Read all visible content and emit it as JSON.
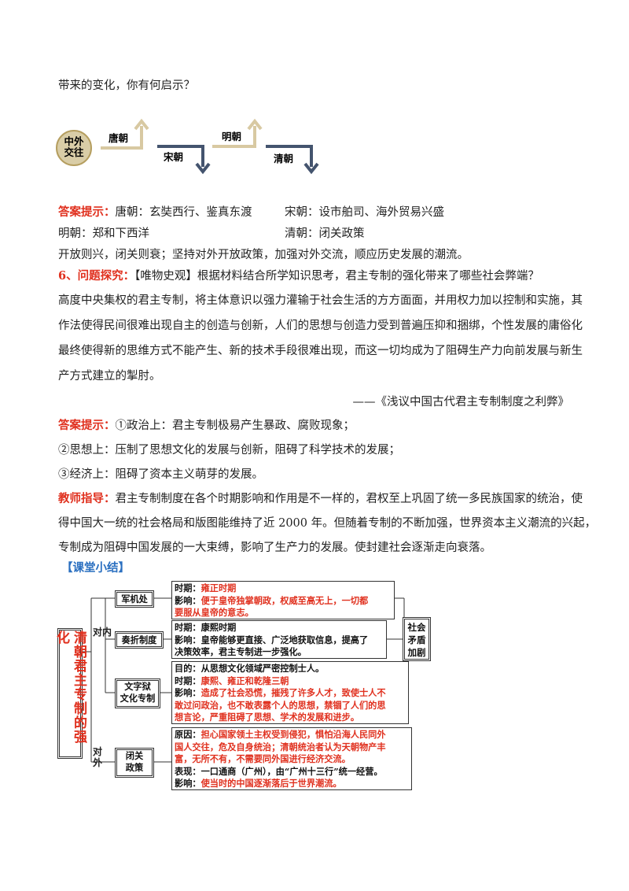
{
  "intro_line": "带来的变化，你有何启示？",
  "flow": {
    "badge": [
      "中外",
      "交往"
    ],
    "tang": "唐朝",
    "song": "宋朝",
    "ming": "明朝",
    "qing": "清朝"
  },
  "answer1": {
    "label": "答案提示：",
    "tang": "唐朝：玄奘西行、鉴真东渡",
    "song": "宋朝：设市舶司、海外贸易兴盛",
    "ming": "明朝：郑和下西洋",
    "qing": "清朝：闭关政策",
    "conclusion": "开放则兴，闭关则衰；坚持对外开放政策，加强对外交流，顺应历史发展的潮流。"
  },
  "q6": {
    "label": "6、问题探究：",
    "text": "【唯物史观】根据材料结合所学知识思考，君主专制的强化带来了哪些社会弊端？",
    "material": [
      "高度中央集权的君主专制，将主体意识以强力灌输于社会生活的方方面面，并用权力加以控制和实施，其",
      "作法使得民间很难出现自主的创造与创新，人们的思想与创造力受到普遍压抑和捆绑，个性发展的庸俗化",
      "最终使得新的思维方式不能产生、新的技术手段很难出现，而这一切均成为了阻碍生产力向前发展与新生",
      "产方式建立的掣肘。"
    ],
    "source": "——《浅议中国古代君主专制制度之利弊》"
  },
  "answer2": {
    "label": "答案提示：",
    "p1": "①政治上：君主专制极易产生暴政、腐败现象；",
    "p2": "②思想上：压制了思想文化的发展与创新，阻碍了科学技术的发展；",
    "p3": "③经济上：阻碍了资本主义萌芽的发展。"
  },
  "teacher": {
    "label": "教师指导：",
    "lines": [
      "君主专制制度在各个时期影响和作用是不一样的，君权至上巩固了统一多民族国家的统治，使",
      "得中国大一统的社会格局和版图能维持了近 2000 年。但随着专制的不断加强，世界资本主义潮流的兴起，",
      "专制成为阻碍中国发展的一大束缚，影响了生产力的发展。使封建社会逐渐走向衰落。"
    ]
  },
  "summary": {
    "heading": "【课堂小结】",
    "main": "清朝君主专制的强化",
    "inner": "对内",
    "outer": "对外",
    "right": [
      "社会",
      "矛盾",
      "加剧"
    ],
    "b1": {
      "name": "军机处",
      "period_label": "时期：",
      "period": "雍正时期",
      "effect_label": "影响：",
      "effect1": "便于皇帝独掌朝政，权威至高无上，一切都",
      "effect2": "要服从皇帝的意志。"
    },
    "b2": {
      "name": "奏折制度",
      "period": "时期：康熙时期",
      "effect1": "影响：皇帝能够更直接、广泛地获取信息，提高了",
      "effect2": "决策效率，君主专制进一步强化。"
    },
    "b3": {
      "name1": "文字狱",
      "name2": "文化专制",
      "purpose": "目的：从思想文化领域严密控制士人。",
      "period_label": "时期：",
      "period": "康熙、雍正和乾隆三朝",
      "effect_label": "影响：",
      "effect1": "造成了社会恐慌，摧残了许多人才，致使士人不",
      "effect2": "敢过问政治，也不敢表露个人的思想，禁锢了人们的思",
      "effect3": "想言论，严重阻碍了思想、学术的发展和进步。"
    },
    "b4": {
      "name1": "闭关",
      "name2": "政策",
      "reason_label": "原因：",
      "reason1": "担心国家领土主权受到侵犯，惧怕沿海人民同外",
      "reason2": "国人交往，危及自身统治；清朝统治者认为天朝物产丰",
      "reason3": "富，无所不有，不需要同外国进行经济交流。",
      "show": "表现：一口通商（广州），由“广州十三行”统一经营。",
      "effect_label": "影响：",
      "effect": "使当时的中国逐渐落后于世界潮流。"
    }
  }
}
